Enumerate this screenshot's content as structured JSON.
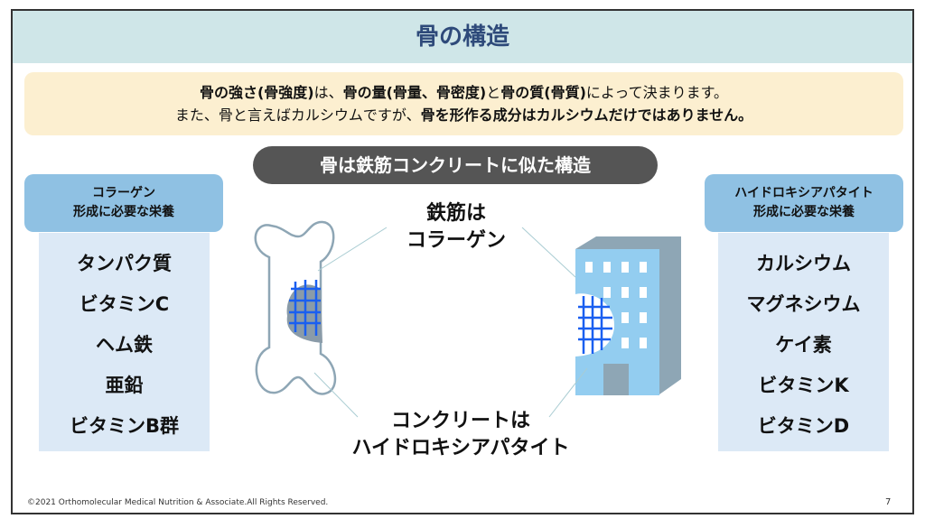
{
  "title": "骨の構造",
  "intro": {
    "l1a": "骨の強さ(骨強度)",
    "l1b": "は、",
    "l1c": "骨の量(骨量、骨密度)",
    "l1d": "と",
    "l1e": "骨の質(骨質)",
    "l1f": "によって決まります。",
    "l2a": "また、骨と言えばカルシウムですが、",
    "l2b": "骨を形作る成分はカルシウムだけではありません。"
  },
  "pill": "骨は鉄筋コンクリートに似た構造",
  "left": {
    "heading1": "コラーゲン",
    "heading2": "形成に必要な栄養",
    "items": [
      "タンパク質",
      "ビタミンC",
      "ヘム鉄",
      "亜鉛",
      "ビタミンB群"
    ]
  },
  "right": {
    "heading1": "ハイドロキシアパタイト",
    "heading2": "形成に必要な栄養",
    "items": [
      "カルシウム",
      "マグネシウム",
      "ケイ素",
      "ビタミンK",
      "ビタミンD"
    ]
  },
  "captions": {
    "top1": "鉄筋は",
    "top2": "コラーゲン",
    "bottom1": "コンクリートは",
    "bottom2": "ハイドロキシアパタイト"
  },
  "footer": "©2021 Orthomolecular Medical Nutrition & Associate.All Rights Reserved.",
  "page_number": "7"
}
